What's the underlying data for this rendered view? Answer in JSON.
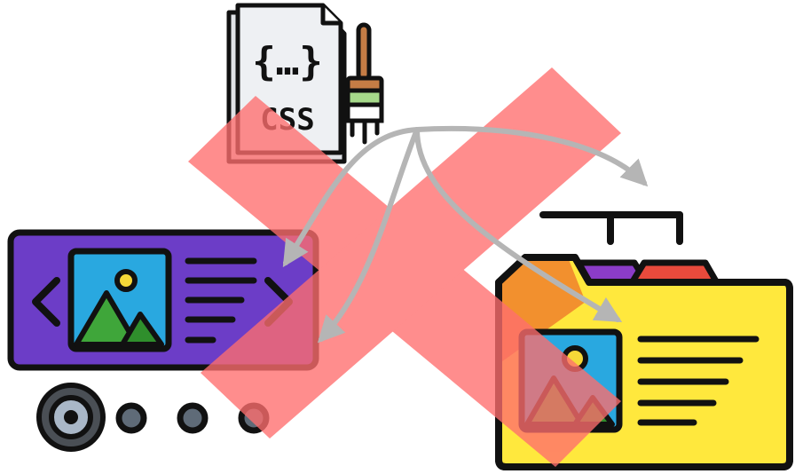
{
  "css_file": {
    "brace_text": "{…}",
    "label": "CSS",
    "icon": "css-file-icon",
    "brush_icon": "paintbrush-icon"
  },
  "carousel": {
    "icon": "image-carousel-icon",
    "slide_count": 4,
    "active_slide": 1
  },
  "folder": {
    "icon": "folder-with-image-icon",
    "tab_count": 3
  },
  "overlay": {
    "icon": "cross-mark-icon",
    "meaning": "not allowed"
  },
  "colors": {
    "carousel_purple": "#6c3dc7",
    "image_sky": "#29a8e0",
    "sun": "#f5d838",
    "hill": "#3fa63a",
    "folder_yellow": "#ffe83d",
    "folder_orange": "#f2902e",
    "tab_purple": "#8b3cc8",
    "tab_red": "#e84a3c",
    "paper": "#e8eaee",
    "brush_handle": "#c57c45",
    "brush_band": "#a6d98a",
    "cross_red": "#ff6e6e",
    "arrow_grey": "#b5b5b5",
    "outline": "#111111"
  }
}
